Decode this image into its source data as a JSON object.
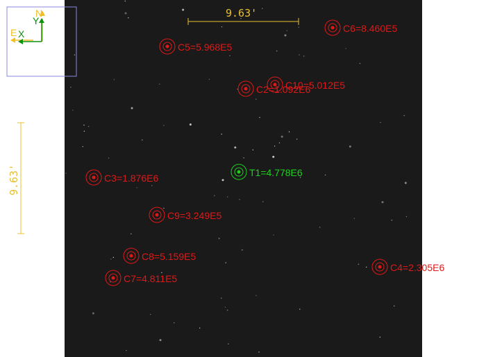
{
  "colors": {
    "comparison": "#e01818",
    "target": "#20d020",
    "scale": "#e8c030",
    "north_east": "#f0c020",
    "xy_axes": "#109010",
    "overview_box": "#8888dd",
    "background": "#1a1a1a"
  },
  "scale_bars": {
    "horizontal_label": "9.63'",
    "vertical_label": "9.63'"
  },
  "orientation": {
    "north": "N",
    "east": "E",
    "x": "X",
    "y": "Y"
  },
  "apertures": [
    {
      "id": "T1",
      "label": "T1=4.778E6",
      "kind": "target"
    },
    {
      "id": "C2",
      "label": "C2=1.092E6",
      "kind": "comparison"
    },
    {
      "id": "C3",
      "label": "C3=1.876E6",
      "kind": "comparison"
    },
    {
      "id": "C4",
      "label": "C4=2.305E6",
      "kind": "comparison"
    },
    {
      "id": "C5",
      "label": "C5=5.968E5",
      "kind": "comparison"
    },
    {
      "id": "C6",
      "label": "C6=8.460E5",
      "kind": "comparison"
    },
    {
      "id": "C7",
      "label": "C7=4.811E5",
      "kind": "comparison"
    },
    {
      "id": "C8",
      "label": "C8=5.159E5",
      "kind": "comparison"
    },
    {
      "id": "C9",
      "label": "C9=3.249E5",
      "kind": "comparison"
    },
    {
      "id": "C10",
      "label": "C10=5.012E5",
      "kind": "comparison"
    }
  ]
}
